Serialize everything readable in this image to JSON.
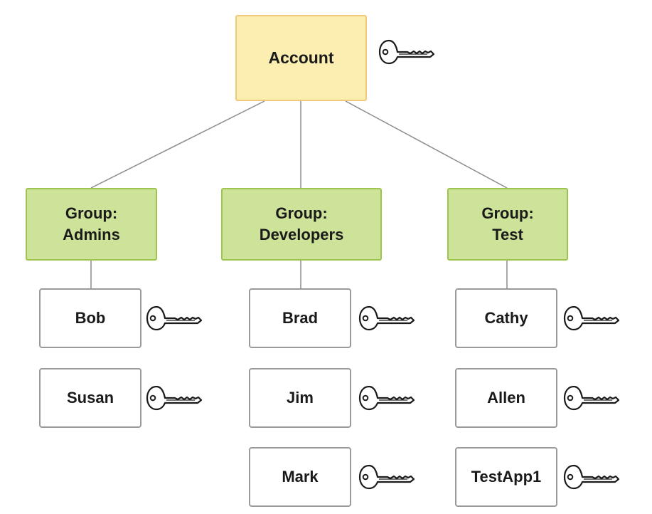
{
  "account": {
    "label": "Account",
    "key_icon": "key-icon"
  },
  "groups": [
    {
      "line1": "Group:",
      "line2": "Admins",
      "users": [
        {
          "name": "Bob"
        },
        {
          "name": "Susan"
        }
      ]
    },
    {
      "line1": "Group:",
      "line2": "Developers",
      "users": [
        {
          "name": "Brad"
        },
        {
          "name": "Jim"
        },
        {
          "name": "Mark"
        }
      ]
    },
    {
      "line1": "Group:",
      "line2": "Test",
      "users": [
        {
          "name": "Cathy"
        },
        {
          "name": "Allen"
        },
        {
          "name": "TestApp1"
        }
      ]
    }
  ],
  "colors": {
    "account_fill": "#fbeeb0",
    "account_border": "#f1c97a",
    "group_fill": "#cde39a",
    "group_border": "#9ec450",
    "user_border": "#9a9a9a",
    "line": "#8c8c8c"
  }
}
